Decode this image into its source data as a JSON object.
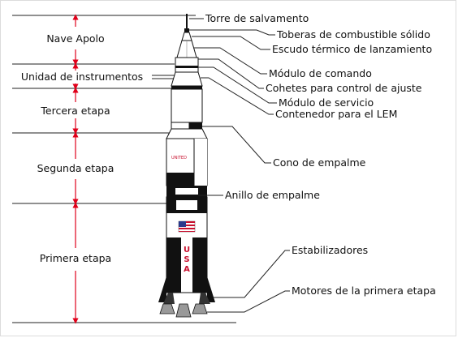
{
  "colors": {
    "arrow": "#e0001a",
    "line": "#222222",
    "rocket_white": "#ffffff",
    "rocket_black": "#111111",
    "usa_red": "#c8102e",
    "flag_blue": "#2a3a8c"
  },
  "stages": [
    {
      "name": "Nave Apolo"
    },
    {
      "name": "Unidad de instrumentos"
    },
    {
      "name": "Tercera etapa"
    },
    {
      "name": "Segunda etapa"
    },
    {
      "name": "Primera etapa"
    }
  ],
  "components": [
    {
      "name": "Torre de salvamento"
    },
    {
      "name": "Toberas de combustible sólido"
    },
    {
      "name": "Escudo térmico de lanzamiento"
    },
    {
      "name": "Módulo de comando"
    },
    {
      "name": "Cohetes para control de ajuste"
    },
    {
      "name": "Módulo de servicio"
    },
    {
      "name": "Contenedor para el LEM"
    },
    {
      "name": "Cono de empalme"
    },
    {
      "name": "Anillo de empalme"
    },
    {
      "name": "Estabilizadores"
    },
    {
      "name": "Motores de la primera etapa"
    }
  ],
  "rocket": {
    "usa_text": "USA"
  }
}
